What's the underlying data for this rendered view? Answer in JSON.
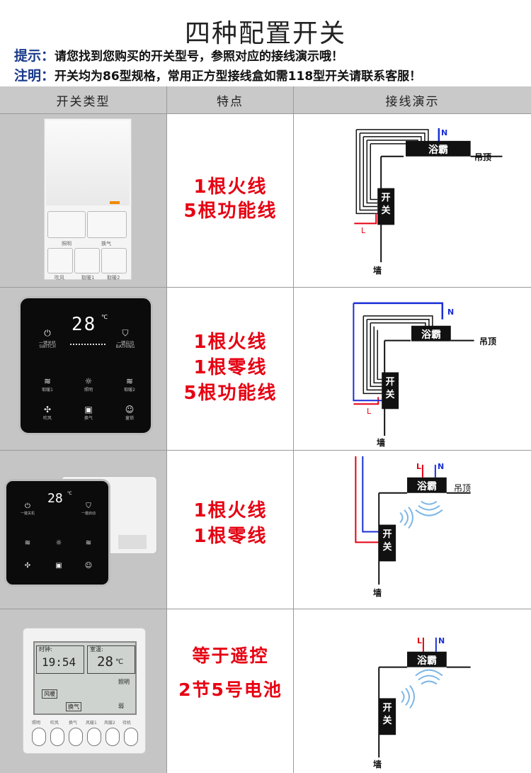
{
  "title": "四种配置开关",
  "notes": {
    "tip_key": "提示：",
    "tip_text": "请您找到您购买的开关型号，参照对应的接线演示哦！",
    "note_key": "注明：",
    "note_text": "开关均为86型规格，常用正方型接线盒如需118型开关请联系客服！"
  },
  "table": {
    "headers": [
      "开关类型",
      "特点",
      "接线演示"
    ],
    "rows": [
      {
        "features": [
          "1根火线",
          "5根功能线"
        ],
        "diagram": {
          "bath": "浴霸",
          "switch_top": "开",
          "switch_bot": "关",
          "ceiling": "吊顶",
          "wall": "墙",
          "N": "N",
          "L": "L"
        },
        "device": {
          "labels": [
            "照明",
            "换气",
            "吹风",
            "取暖1",
            "取暖2"
          ]
        }
      },
      {
        "features": [
          "1根火线",
          "1根零线",
          "5根功能线"
        ],
        "diagram": {
          "bath": "浴霸",
          "switch_top": "开",
          "switch_bot": "关",
          "ceiling": "吊顶",
          "wall": "墙",
          "N": "N",
          "L": "L"
        },
        "device": {
          "temp": "28",
          "unit": "℃",
          "power": "一键关机",
          "power_en": "SWITCH",
          "bath": "一键启动",
          "bath_en": "BATHING",
          "icons": [
            "取暖1",
            "照明",
            "取暖2",
            "吹风",
            "换气",
            "童锁"
          ]
        }
      },
      {
        "features": [
          "1根火线",
          "1根零线"
        ],
        "diagram": {
          "bath": "浴霸",
          "switch_top": "开",
          "switch_bot": "关",
          "ceiling": "吊顶",
          "wall": "墙",
          "N": "N",
          "L": "L"
        },
        "device": {
          "temp": "28",
          "unit": "℃",
          "power": "一键关机",
          "bath": "一键启动"
        }
      },
      {
        "features": [
          "等于遥控",
          "2节5号电池"
        ],
        "diagram": {
          "bath": "浴霸",
          "switch_top": "开",
          "switch_bot": "关",
          "wall": "墙",
          "N": "N",
          "L": "L"
        },
        "device": {
          "time_label": "时钟:",
          "time": "19:54",
          "room_label": "室温:",
          "room": "28",
          "room_unit": "℃",
          "light": "照明",
          "weak": "弱",
          "fan": "风暖",
          "vent": "换气",
          "buttons": [
            "照明",
            "吹风",
            "换气",
            "风暖1",
            "风暖2",
            "待机"
          ]
        }
      }
    ]
  },
  "colors": {
    "red": "#e60012",
    "blue": "#1a2fd6",
    "header_bg": "#c9c9c9",
    "cell_bg": "#c5c5c5",
    "note_key": "#1a3a8a"
  }
}
